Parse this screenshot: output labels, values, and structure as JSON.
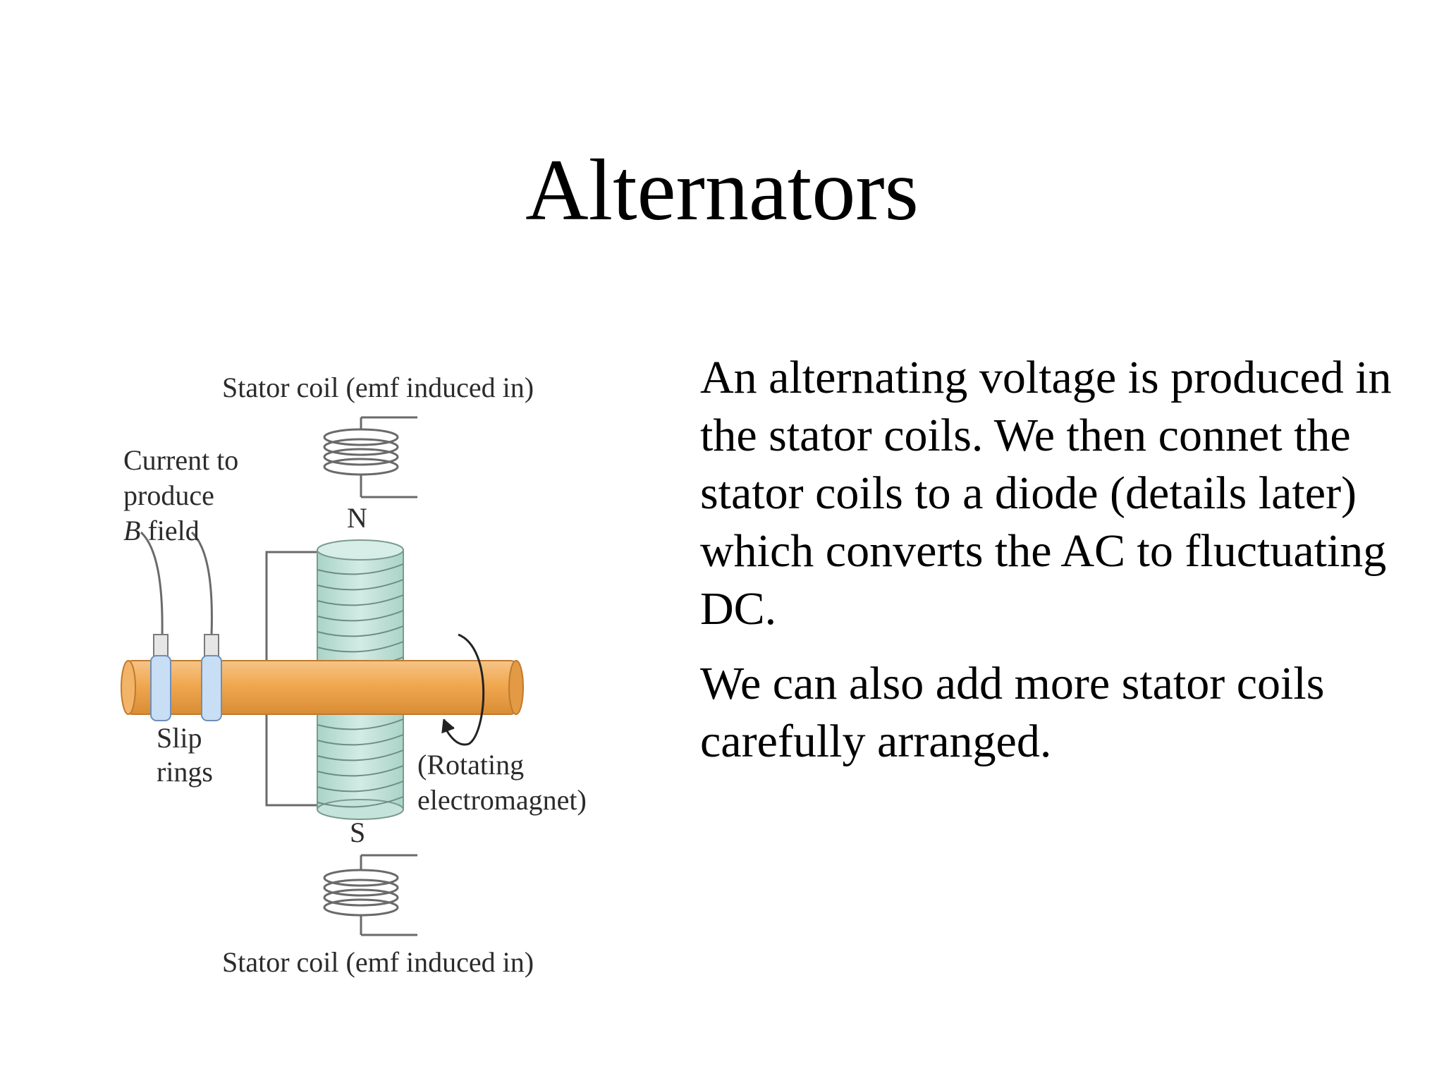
{
  "slide": {
    "title": "Alternators",
    "paragraphs": [
      "An alternating voltage is produced in the stator coils. We then connet the stator coils to a diode (details later) which converts the AC to fluctuating DC.",
      "We can also add more stator coils carefully arranged."
    ]
  },
  "diagram": {
    "labels": {
      "stator_top": "Stator coil (emf induced in)",
      "stator_bottom": "Stator coil (emf induced in)",
      "current_line1": "Current to",
      "current_line2": "produce",
      "current_b": "B",
      "current_field": " field",
      "north": "N",
      "south": "S",
      "slip_line1": "Slip",
      "slip_line2": "rings",
      "rotating_line1": "(Rotating",
      "rotating_line2": "electromagnet)"
    },
    "colors": {
      "shaft": "#f0a850",
      "coil": "#bfe0d8",
      "slip_ring": "#c8def5",
      "wire": "#707070"
    }
  }
}
